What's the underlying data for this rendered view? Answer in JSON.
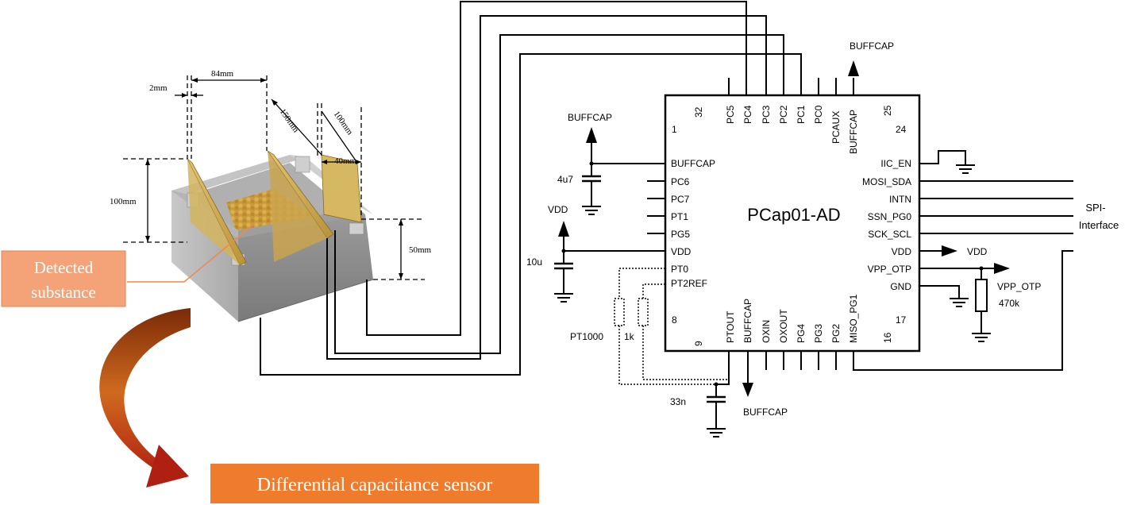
{
  "sensor": {
    "dim_2mm": "2mm",
    "dim_84mm": "84mm",
    "dim_150mm": "150mm",
    "dim_100mm_top": "100mm",
    "dim_40mm": "40mm",
    "dim_100mm_left": "100mm",
    "dim_50mm": "50mm",
    "detected_line1": "Detected",
    "detected_line2": "substance",
    "sensor_label": "Differential capacitance sensor"
  },
  "chip": {
    "name": "PCap01-AD",
    "corner_1": "1",
    "corner_8": "8",
    "corner_9": "9",
    "corner_16": "16",
    "corner_17": "17",
    "corner_24": "24",
    "corner_25": "25",
    "corner_32": "32",
    "top_pins": [
      "PC5",
      "PC4",
      "PC3",
      "PC2",
      "PC1",
      "PC0",
      "PCAUX",
      "BUFFCAP"
    ],
    "left_pins": [
      "BUFFCAP",
      "PC6",
      "PC7",
      "PT1",
      "PG5",
      "VDD",
      "PT0",
      "PT2REF"
    ],
    "right_pins": [
      "IIC_EN",
      "MOSI_SDA",
      "INTN",
      "SSN_PG0",
      "SCK_SCL",
      "VDD",
      "VPP_OTP",
      "GND"
    ],
    "bottom_pins": [
      "PTOUT",
      "BUFFCAP",
      "OXIN",
      "OXOUT",
      "PG4",
      "PG3",
      "PG2",
      "MISO_PG1"
    ]
  },
  "nets": {
    "buffcap_top": "BUFFCAP",
    "buffcap_left": "BUFFCAP",
    "buffcap_bottom": "BUFFCAP",
    "vdd_left": "VDD",
    "vdd_right": "VDD",
    "vpp_otp": "VPP_OTP",
    "spi_line1": "SPI-",
    "spi_line2": "Interface"
  },
  "components": {
    "cap_4u7": "4u7",
    "cap_10u": "10u",
    "cap_33n": "33n",
    "res_pt1000": "PT1000",
    "res_1k": "1k",
    "res_470k": "470k"
  }
}
